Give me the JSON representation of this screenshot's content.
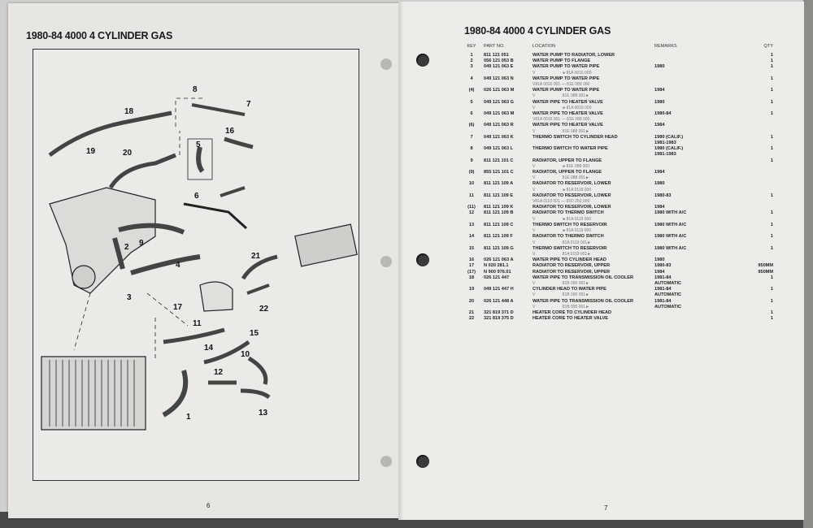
{
  "left_page": {
    "title": "1980-84 4000 4 CYLINDER GAS",
    "page_number": "6",
    "diagram_labels": [
      "1",
      "2",
      "3",
      "4",
      "5",
      "6",
      "7",
      "8",
      "9",
      "10",
      "11",
      "12",
      "13",
      "14",
      "15",
      "16",
      "17",
      "18",
      "19",
      "20",
      "21",
      "22"
    ]
  },
  "right_page": {
    "title": "1980-84 4000 4 CYLINDER GAS",
    "page_number": "7",
    "columns": {
      "key": "KEY",
      "part": "PART NO.",
      "location": "LOCATION",
      "remarks": "REMARKS",
      "qty": "QTY"
    },
    "rows": [
      {
        "key": "1",
        "part": "811 121 051",
        "location": "WATER PUMP TO RADIATOR, LOWER",
        "remarks": "",
        "qty": "1"
      },
      {
        "key": "2",
        "part": "056 121 053 B",
        "location": "WATER PUMP TO FLANGE",
        "remarks": "",
        "qty": "1"
      },
      {
        "key": "3",
        "part": "049 121 063 E",
        "location": "WATER PUMP TO WATER PIPE",
        "remarks": "1980",
        "qty": "1",
        "note": "V                        ►81A 0016 000"
      },
      {
        "key": "4",
        "part": "049 121 063 N",
        "location": "WATER PUMP TO WATER PIPE",
        "remarks": "",
        "qty": "1",
        "note": "V81A 0016 001 — 81E 088 000"
      },
      {
        "key": "(4)",
        "part": "026 121 063 M",
        "location": "WATER PUMP TO WATER PIPE",
        "remarks": "1984",
        "qty": "1",
        "note": "V                        81E 088 001►"
      },
      {
        "key": "5",
        "part": "049 121 063 G",
        "location": "WATER PIPE TO HEATER VALVE",
        "remarks": "1980",
        "qty": "1",
        "note": "V                        ►81A 0016 000"
      },
      {
        "key": "6",
        "part": "049 121 063 M",
        "location": "WATER PIPE TO HEATER VALVE",
        "remarks": "1980-84",
        "qty": "1",
        "note": "V81A 0016 001 — 81E 088 000"
      },
      {
        "key": "(6)",
        "part": "049 121 063 R",
        "location": "WATER PIPE TO HEATER VALVE",
        "remarks": "1984",
        "qty": "",
        "note": "V                        81E 088 001►"
      },
      {
        "key": "7",
        "part": "049 121 063 K",
        "location": "THERMO SWITCH TO CYLINDER HEAD",
        "remarks": "1980 (CALIF.)",
        "remarks2": "1981-1983",
        "qty": "1"
      },
      {
        "key": "8",
        "part": "049 121 063 L",
        "location": "THERMO SWITCH TO WATER PIPE",
        "remarks": "1980 (CALIF.)",
        "remarks2": "1981-1983",
        "qty": "1"
      },
      {
        "key": "9",
        "part": "811 121 101 C",
        "location": "RADIATOR, UPPER TO FLANGE",
        "remarks": "",
        "qty": "1",
        "note": "V                        ►81E 088 000"
      },
      {
        "key": "(9)",
        "part": "855 121 101 C",
        "location": "RADIATOR, UPPER TO FLANGE",
        "remarks": "1984",
        "qty": "",
        "note": "V                        81E 088 001►"
      },
      {
        "key": "10",
        "part": "811 121 109 A",
        "location": "RADIATOR TO RESERVOIR, LOWER",
        "remarks": "1980",
        "qty": "",
        "note": "V                        ►81A 0119 000"
      },
      {
        "key": "11",
        "part": "811 121 109 E",
        "location": "RADIATOR TO RESERVOIR, LOWER",
        "remarks": "1980-83",
        "qty": "1",
        "note": "V81A 0119 001 — 81D 250 000"
      },
      {
        "key": "(11)",
        "part": "811 121 109 K",
        "location": "RADIATOR TO RESERVOIR, LOWER",
        "remarks": "1984",
        "qty": ""
      },
      {
        "key": "12",
        "part": "811 121 109 B",
        "location": "RADIATOR TO THERMO SWITCH",
        "remarks": "1980 WITH A/C",
        "qty": "1",
        "note": "V                        ►81A 0119 000"
      },
      {
        "key": "13",
        "part": "811 121 109 C",
        "location": "THERMO SWITCH TO RESERVOIR",
        "remarks": "1980 WITH A/C",
        "qty": "1",
        "note": "V                        ►81A 0119 000"
      },
      {
        "key": "14",
        "part": "811 121 109 F",
        "location": "RADIATOR TO THERMO SWITCH",
        "remarks": "1980 WITH A/C",
        "qty": "1",
        "note": "V                        81A 0119 001►"
      },
      {
        "key": "15",
        "part": "811 121 109 G",
        "location": "THERMO SWITCH TO RESERVOIR",
        "remarks": "1980 WITH A/C",
        "qty": "1",
        "note": "V                        81A 0119 001►"
      },
      {
        "key": "16",
        "part": "026 121 063 A",
        "location": "WATER PIPE TO CYLINDER HEAD",
        "remarks": "1980",
        "qty": ""
      },
      {
        "key": "17",
        "part": "N    020 281.1",
        "location": "RADIATOR TO RESERVOIR, UPPER",
        "remarks": "1980-83",
        "qty": "950MM"
      },
      {
        "key": "(17)",
        "part": "N    900 976.01",
        "location": "RADIATOR TO RESERVOIR, UPPER",
        "remarks": "1984",
        "qty": "950MM"
      },
      {
        "key": "18",
        "part": "026 121 447",
        "location": "WATER PIPE TO TRANSMISSION OIL COOLER",
        "remarks": "1981-84",
        "remarks2": "AUTOMATIC",
        "qty": "1",
        "note": "V                        81B 095 001►"
      },
      {
        "key": "19",
        "part": "049 121 447 H",
        "location": "CYLINDER HEAD TO WATER PIPE",
        "remarks": "1981-84",
        "remarks2": "AUTOMATIC",
        "qty": "1",
        "note": "V                        81B 095 001►"
      },
      {
        "key": "20",
        "part": "026 121 448 A",
        "location": "WATER PIPE TO TRANSMISSION OIL COOLER",
        "remarks": "1981-84",
        "remarks2": "AUTOMATIC",
        "qty": "1",
        "note": "V                        81B 095 001►"
      },
      {
        "key": "21",
        "part": "321 819 371 D",
        "location": "HEATER CORE TO CYLINDER HEAD",
        "remarks": "",
        "qty": "1"
      },
      {
        "key": "22",
        "part": "321 819 375 D",
        "location": "HEATER CORE TO HEATER VALVE",
        "remarks": "",
        "qty": "1"
      }
    ]
  }
}
